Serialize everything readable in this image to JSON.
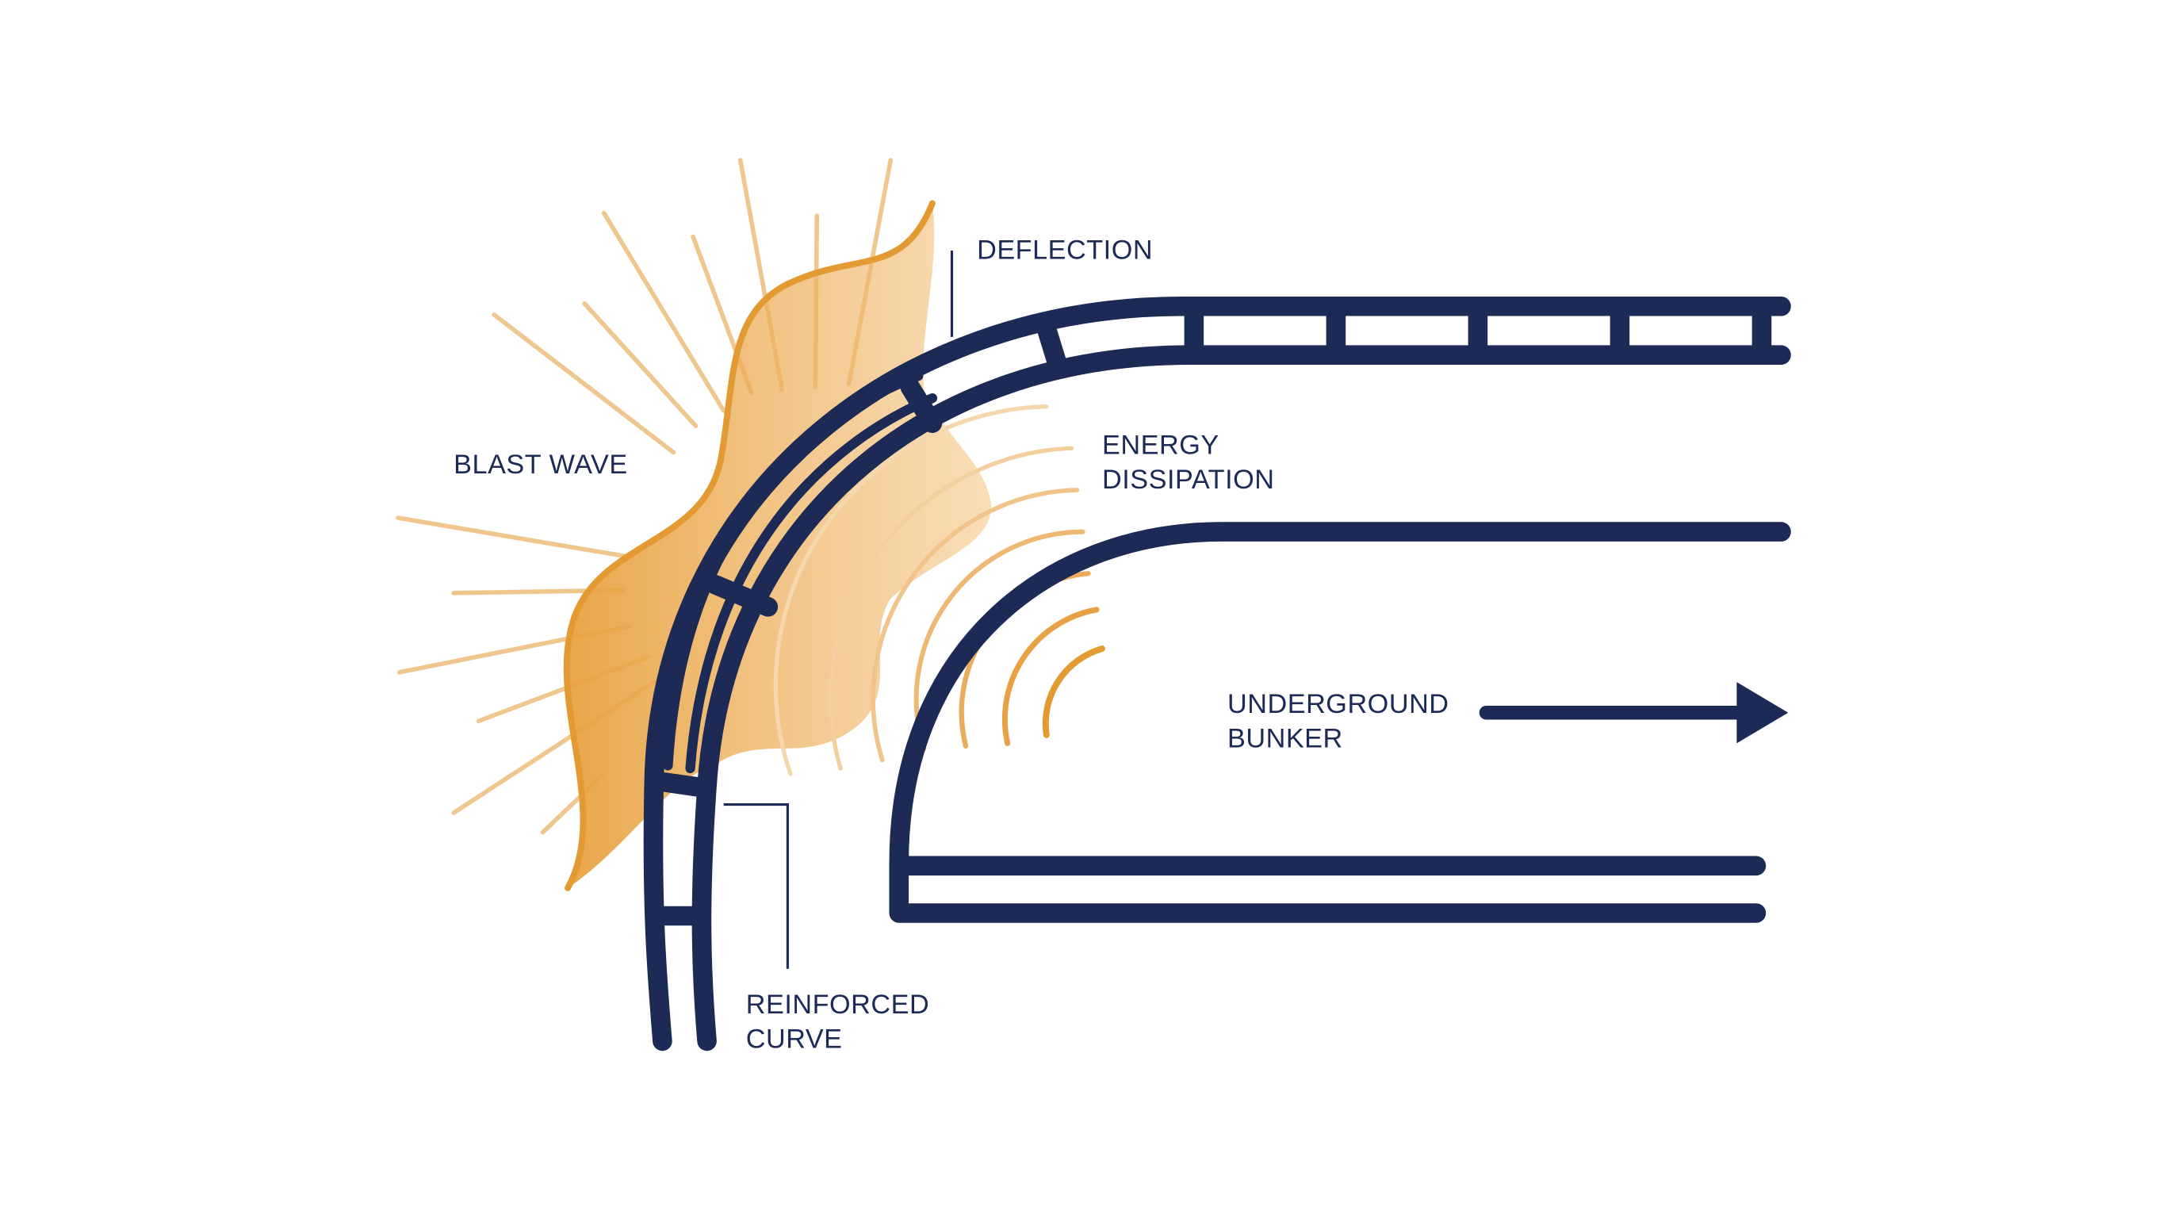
{
  "colors": {
    "background": "#ffffff",
    "structure": "#1c2a55",
    "blast": "#e39a32",
    "blast_light": "#f1c588",
    "text": "#1c2a55"
  },
  "labels": {
    "deflection": "DEFLECTION",
    "blast_wave": "BLAST WAVE",
    "energy_dissipation": [
      "ENERGY",
      "DISSIPATION"
    ],
    "underground_bunker": [
      "UNDERGROUND",
      "BUNKER"
    ],
    "reinforced_curve": [
      "REINFORCED",
      "CURVE"
    ]
  },
  "icons": {
    "direction": "arrow-right-icon"
  }
}
